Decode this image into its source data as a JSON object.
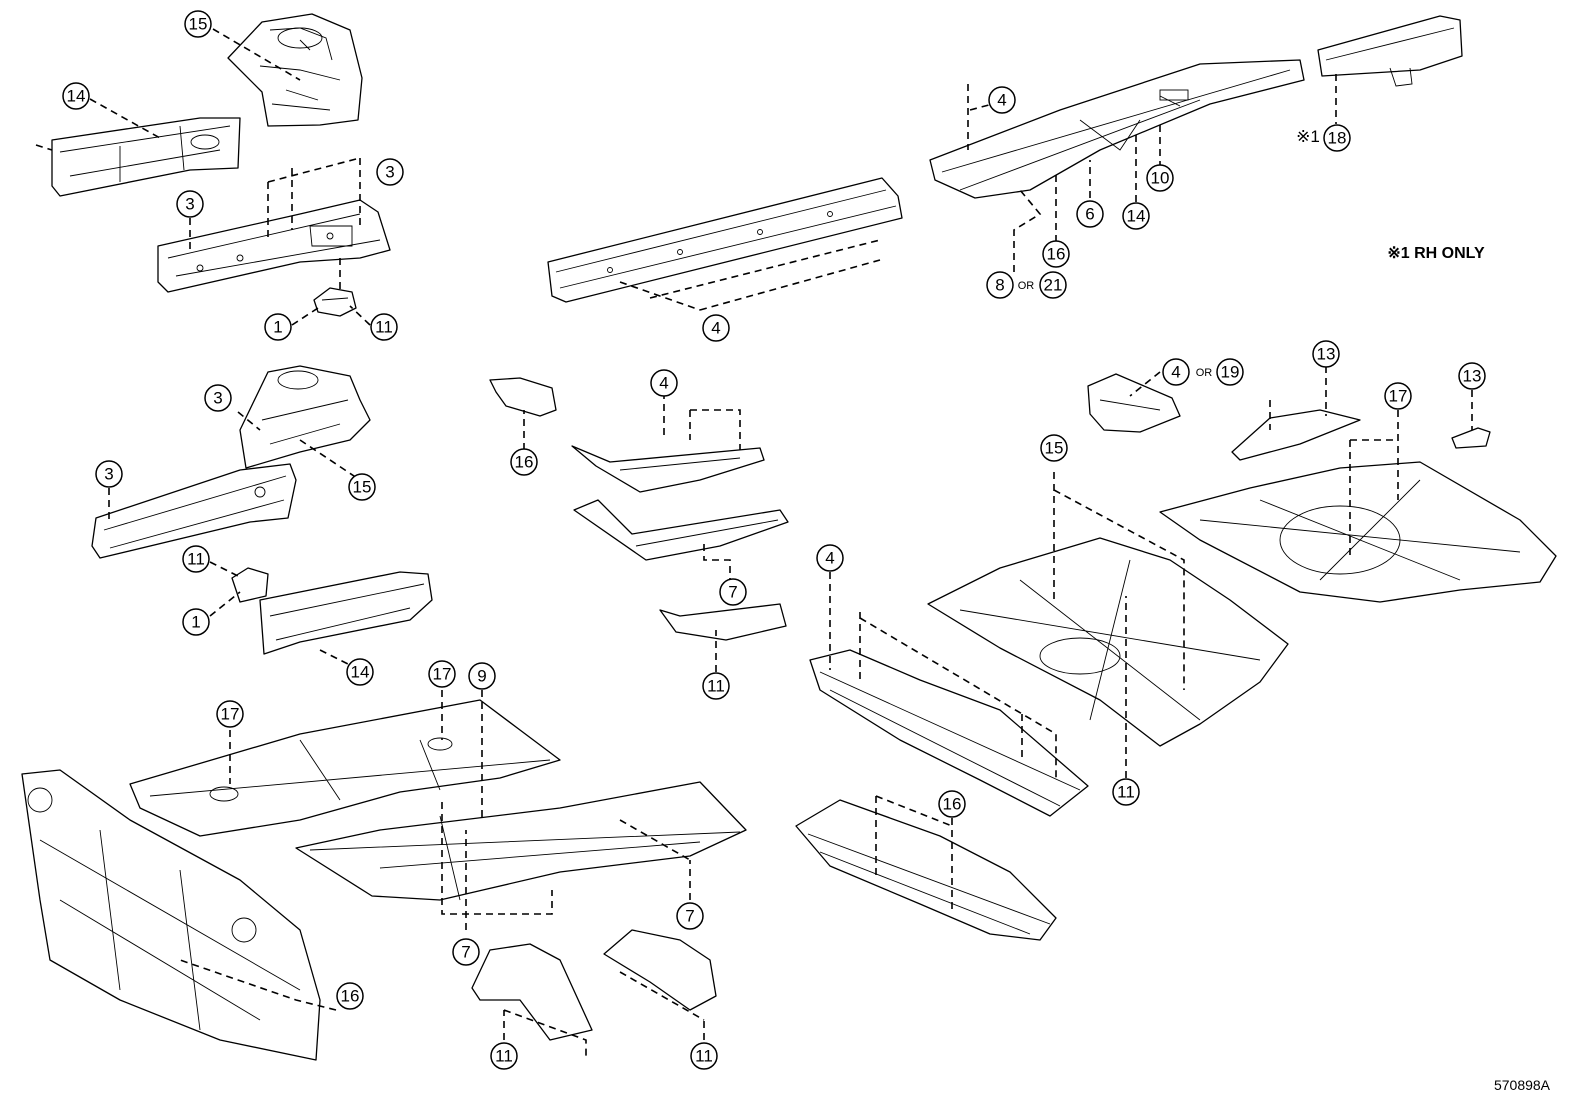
{
  "callouts": [
    {
      "label": "15"
    },
    {
      "label": "14"
    },
    {
      "label": "3"
    },
    {
      "label": "3"
    },
    {
      "label": "1"
    },
    {
      "label": "11"
    },
    {
      "label": "4"
    },
    {
      "label": "4"
    },
    {
      "label": "18",
      "prefix": "※1"
    },
    {
      "label": "10"
    },
    {
      "label": "14"
    },
    {
      "label": "6"
    },
    {
      "label": "16"
    },
    {
      "label": "8"
    },
    {
      "label": "21"
    },
    {
      "label": "3"
    },
    {
      "label": "15"
    },
    {
      "label": "3"
    },
    {
      "label": "11"
    },
    {
      "label": "1"
    },
    {
      "label": "14"
    },
    {
      "label": "16"
    },
    {
      "label": "4"
    },
    {
      "label": "7"
    },
    {
      "label": "11"
    },
    {
      "label": "4"
    },
    {
      "label": "19"
    },
    {
      "label": "13"
    },
    {
      "label": "17"
    },
    {
      "label": "13"
    },
    {
      "label": "15"
    },
    {
      "label": "4"
    },
    {
      "label": "11"
    },
    {
      "label": "16"
    },
    {
      "label": "17"
    },
    {
      "label": "17"
    },
    {
      "label": "9"
    },
    {
      "label": "7"
    },
    {
      "label": "7"
    },
    {
      "label": "16"
    },
    {
      "label": "11"
    },
    {
      "label": "11"
    }
  ],
  "connectors": {
    "or_1": "OR",
    "or_2": "OR"
  },
  "note": "※1 RH ONLY",
  "figure_code": "570898A"
}
